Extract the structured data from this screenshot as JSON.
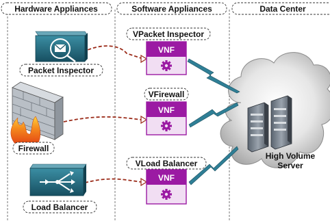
{
  "columns": {
    "hardware": "Hardware Appliances",
    "software": "Software Appliances",
    "datacenter": "Data Center"
  },
  "hardware_items": [
    {
      "label": "Packet Inspector",
      "icon": "packet-inspector-icon"
    },
    {
      "label": "Firewall",
      "icon": "firewall-brick-icon"
    },
    {
      "label": "Load Balancer",
      "icon": "load-balancer-icon"
    }
  ],
  "software_items": [
    {
      "label": "VPacket Inspector",
      "badge": "VNF",
      "icon": "gear-icon"
    },
    {
      "label": "VFirewall",
      "badge": "VNF",
      "icon": "gear-icon"
    },
    {
      "label": "VLoad Balancer",
      "badge": "VNF",
      "icon": "gear-icon"
    }
  ],
  "datacenter": {
    "server_label_line1": "High Volume",
    "server_label_line2": "Server",
    "icon": "server-cloud-icon"
  },
  "colors": {
    "vnf_purple": "#9b1aa3",
    "vnf_light": "#f1def3",
    "arrow_red": "#9a2a18",
    "teal": "#1d5e72",
    "cloud": "#c9c9c9"
  }
}
